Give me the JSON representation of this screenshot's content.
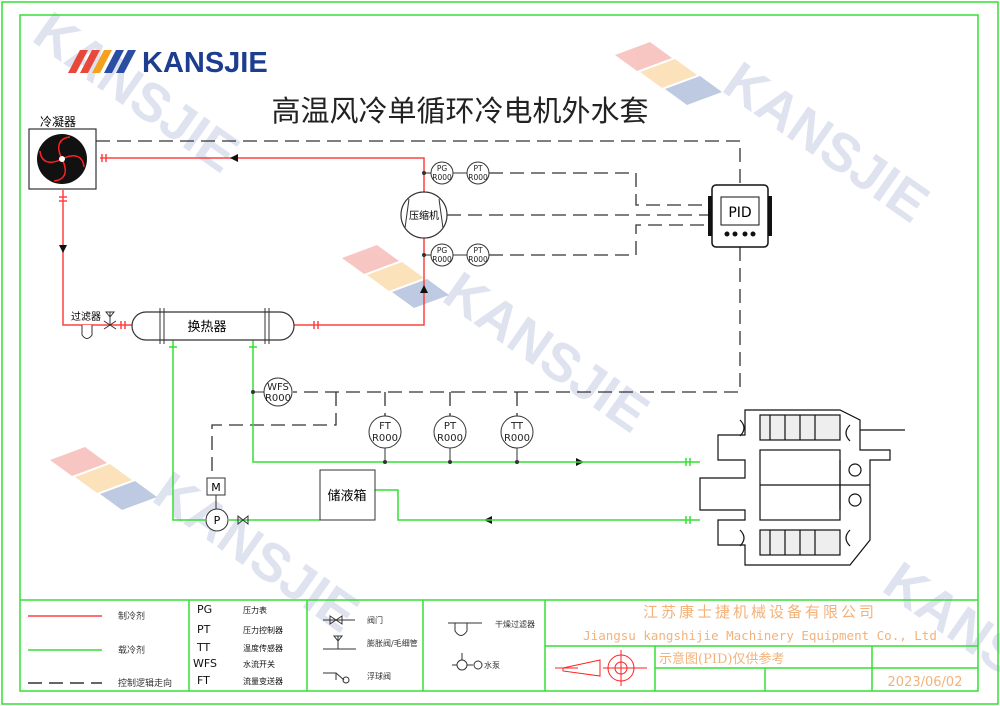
{
  "logo": {
    "text": "KANSJIE",
    "stripe_colors": [
      "#e8473a",
      "#f4a21e",
      "#2a4ea3"
    ],
    "text_color": "#1d3d8f"
  },
  "title": "高温风冷单循环冷电机外水套",
  "watermark": "KANSJIE",
  "components": {
    "condenser": "冷凝器",
    "compressor": "压缩机",
    "filter": "过滤器",
    "heat_exchanger": "换热器",
    "tank": "储液箱",
    "pid": "PID",
    "motor_box": "M",
    "pump": "P"
  },
  "gauges": [
    {
      "tag": "PG",
      "value": "R000"
    },
    {
      "tag": "PT",
      "value": "R000"
    },
    {
      "tag": "PG",
      "value": "R000"
    },
    {
      "tag": "PT",
      "value": "R000"
    }
  ],
  "sensors": [
    {
      "tag": "WFS",
      "value": "R000"
    },
    {
      "tag": "FT",
      "value": "R000"
    },
    {
      "tag": "PT",
      "value": "R000"
    },
    {
      "tag": "TT",
      "value": "R000"
    }
  ],
  "legend": {
    "lines": [
      {
        "label": "制冷剂",
        "color": "#ff4040"
      },
      {
        "label": "载冷剂",
        "color": "#33e033"
      },
      {
        "label": "控制逻辑走向",
        "color": "#333333"
      }
    ],
    "abbreviations": [
      {
        "code": "PG",
        "meaning": "压力表"
      },
      {
        "code": "PT",
        "meaning": "压力控制器"
      },
      {
        "code": "TT",
        "meaning": "温度传感器"
      },
      {
        "code": "WFS",
        "meaning": "水流开关"
      },
      {
        "code": "FT",
        "meaning": "流量变送器"
      }
    ],
    "symbols": [
      "阀门",
      "膨胀阀/毛细管",
      "浮球阀"
    ],
    "symbols2": [
      "干燥过滤器",
      "水泵"
    ]
  },
  "title_block": {
    "company_cn": "江苏康士捷机械设备有限公司",
    "company_en": "Jiangsu kangshijie Machinery Equipment Co., Ltd",
    "note": "示意图(PID)仅供参考",
    "date": "2023/06/02"
  },
  "colors": {
    "refrigerant": "#ff4040",
    "coolant": "#33e033",
    "frame": "#33e033",
    "titleblock_text": "#f2b27a"
  }
}
